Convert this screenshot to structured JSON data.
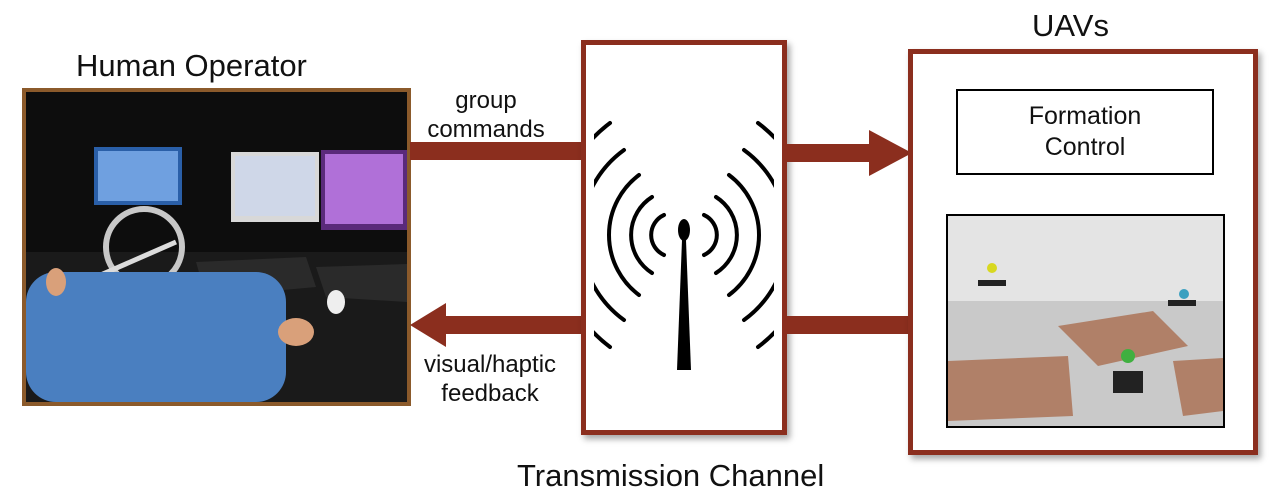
{
  "operator": {
    "title": "Human Operator"
  },
  "uavs": {
    "title": "UAVs",
    "formation": "Formation Control"
  },
  "channel": {
    "title": "Transmission Channel"
  },
  "arrows": {
    "top": "group commands",
    "bottom": "visual/haptic feedback"
  },
  "colors": {
    "accent": "#8b2e1e"
  },
  "icons": {
    "channel": "antenna-icon"
  }
}
